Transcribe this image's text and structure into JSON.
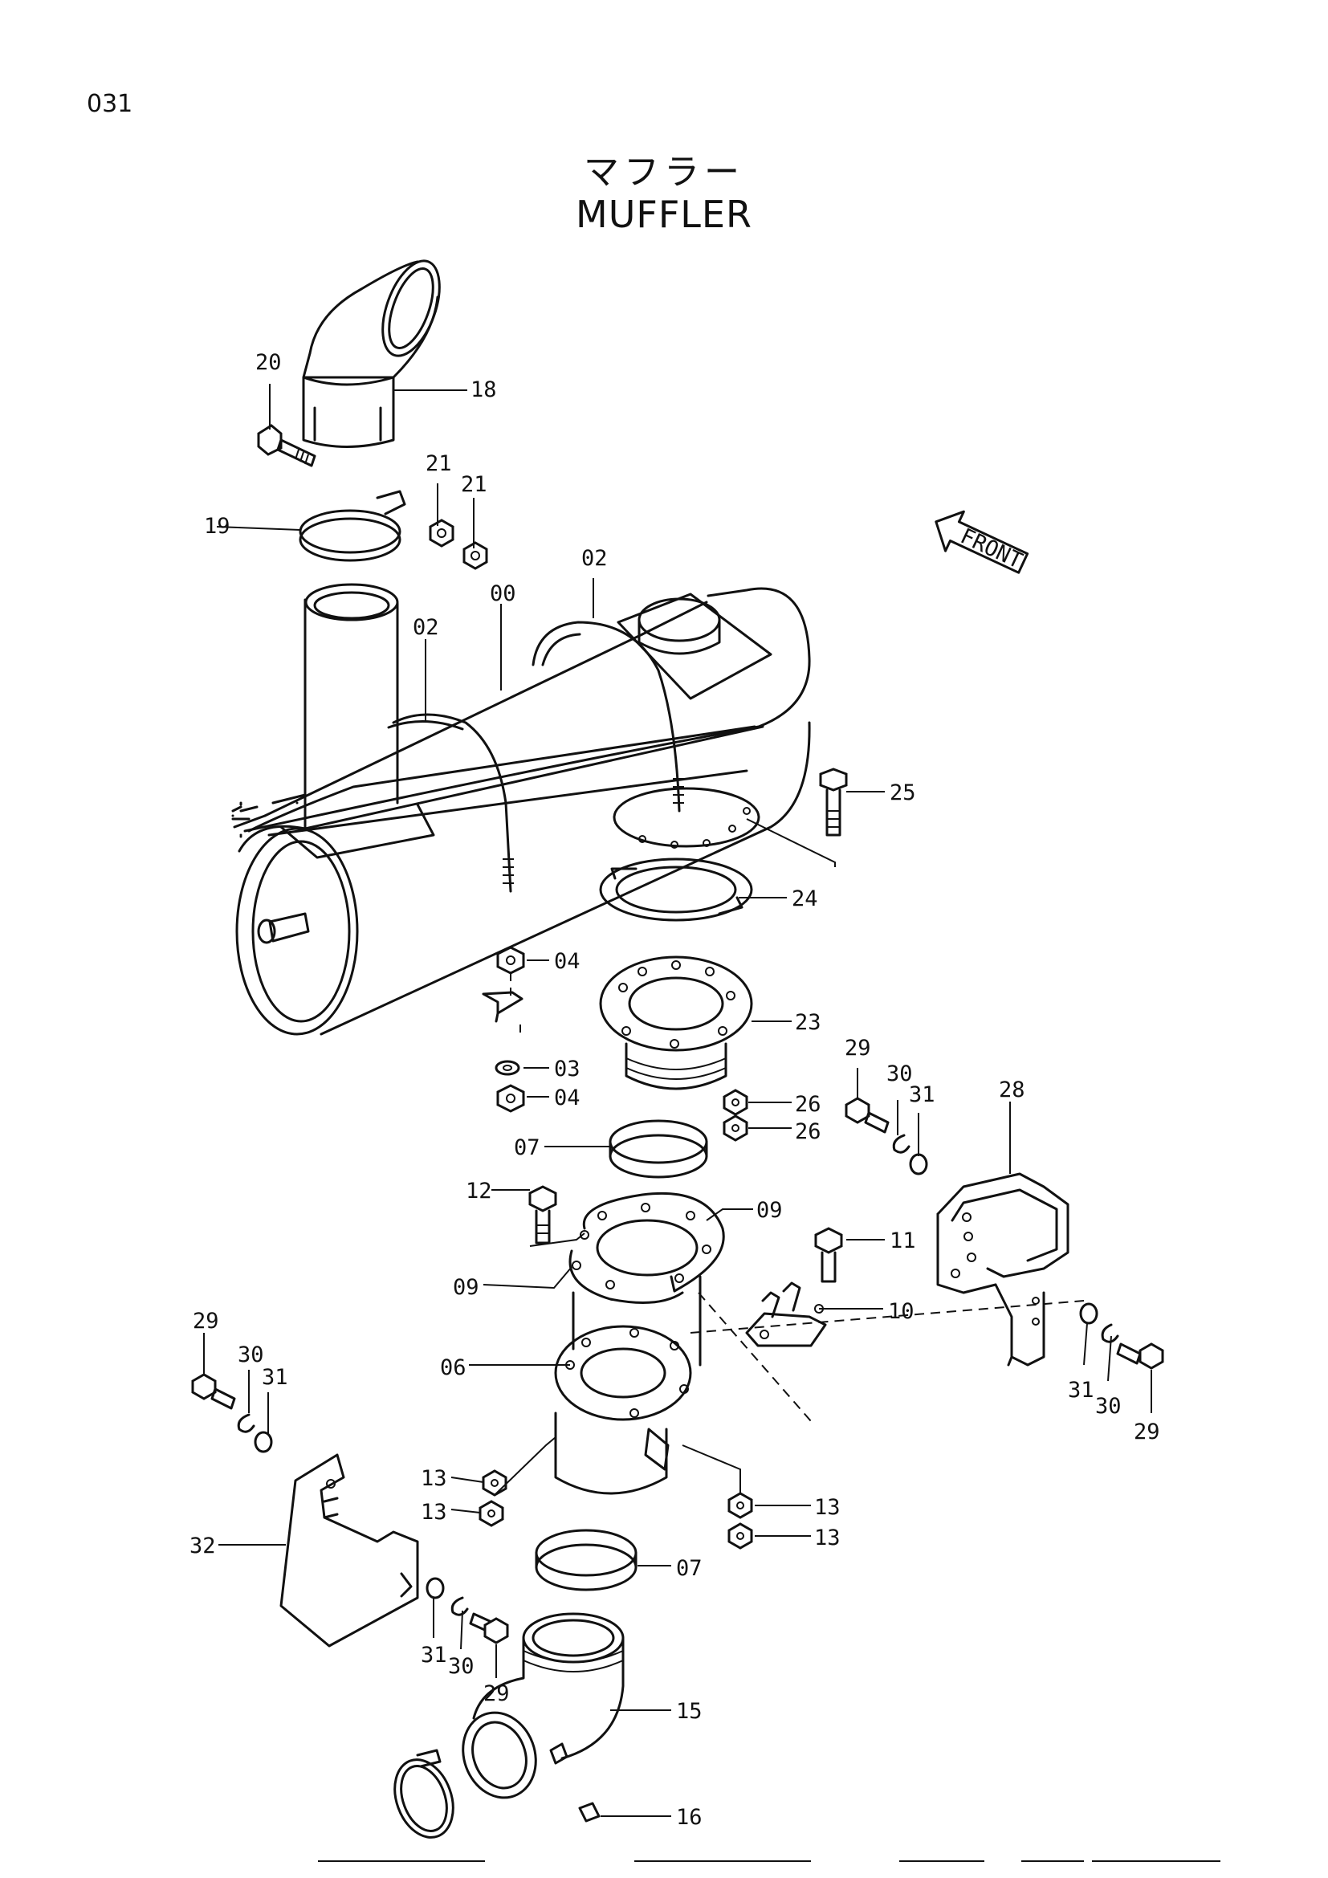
{
  "page": {
    "number": "031"
  },
  "title": {
    "japanese": "マフラー",
    "english": "MUFFLER"
  },
  "orientation": {
    "label": "FRONT"
  },
  "callouts": [
    {
      "id": "c-20",
      "text": "20"
    },
    {
      "id": "c-18",
      "text": "18"
    },
    {
      "id": "c-21a",
      "text": "21"
    },
    {
      "id": "c-21b",
      "text": "21"
    },
    {
      "id": "c-19",
      "text": "19"
    },
    {
      "id": "c-02a",
      "text": "02"
    },
    {
      "id": "c-00",
      "text": "00"
    },
    {
      "id": "c-02b",
      "text": "02"
    },
    {
      "id": "c-25",
      "text": "25"
    },
    {
      "id": "c-24",
      "text": "24"
    },
    {
      "id": "c-04a",
      "text": "04"
    },
    {
      "id": "c-23",
      "text": "23"
    },
    {
      "id": "c-29a",
      "text": "29"
    },
    {
      "id": "c-03",
      "text": "03"
    },
    {
      "id": "c-30a",
      "text": "30"
    },
    {
      "id": "c-28",
      "text": "28"
    },
    {
      "id": "c-04b",
      "text": "04"
    },
    {
      "id": "c-31a",
      "text": "31"
    },
    {
      "id": "c-26a",
      "text": "26"
    },
    {
      "id": "c-26b",
      "text": "26"
    },
    {
      "id": "c-07a",
      "text": "07"
    },
    {
      "id": "c-12",
      "text": "12"
    },
    {
      "id": "c-09a",
      "text": "09"
    },
    {
      "id": "c-11",
      "text": "11"
    },
    {
      "id": "c-09b",
      "text": "09"
    },
    {
      "id": "c-10",
      "text": "10"
    },
    {
      "id": "c-29b",
      "text": "29"
    },
    {
      "id": "c-30b",
      "text": "30"
    },
    {
      "id": "c-31b",
      "text": "31"
    },
    {
      "id": "c-06",
      "text": "06"
    },
    {
      "id": "c-31c",
      "text": "31"
    },
    {
      "id": "c-30c",
      "text": "30"
    },
    {
      "id": "c-29c",
      "text": "29"
    },
    {
      "id": "c-13a",
      "text": "13"
    },
    {
      "id": "c-13b",
      "text": "13"
    },
    {
      "id": "c-13c",
      "text": "13"
    },
    {
      "id": "c-13d",
      "text": "13"
    },
    {
      "id": "c-32",
      "text": "32"
    },
    {
      "id": "c-07b",
      "text": "07"
    },
    {
      "id": "c-31d",
      "text": "31"
    },
    {
      "id": "c-30d",
      "text": "30"
    },
    {
      "id": "c-29d",
      "text": "29"
    },
    {
      "id": "c-15",
      "text": "15"
    },
    {
      "id": "c-16",
      "text": "16"
    }
  ]
}
